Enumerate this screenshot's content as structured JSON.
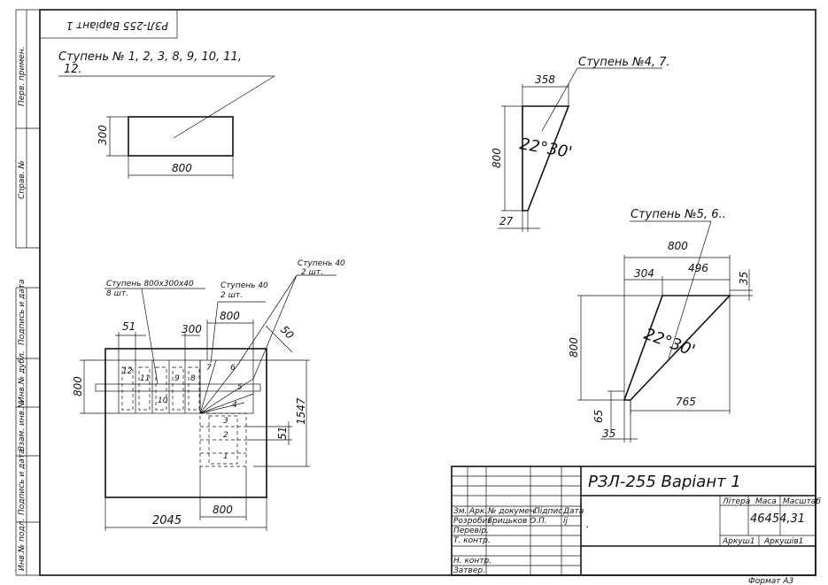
{
  "sheet": {
    "title_block": {
      "title": "РЗЛ-255 Варіант 1",
      "mirrored_stamp": "РЗЛ-255 Варіант 1",
      "mass": "46454,31",
      "litera_label": "Літера",
      "mass_label": "Маса",
      "scale_label": "Масштаб",
      "sheet_label": "Аркуш1",
      "sheets_label": "Аркушів1",
      "format": "Формат А3",
      "dot": ".",
      "rows": {
        "zm": "Зм.",
        "ark": "Арк.",
        "doc": "№ докумен.",
        "sign": "Підпис",
        "date": "Дата",
        "developed": "Розробив",
        "developer": "Грицьков О.П.",
        "developer_sign": "ij",
        "checked": "Перевір.",
        "tcontrol": "Т. контр.",
        "ncontrol": "Н. контр.",
        "approved": "Затвер."
      }
    },
    "side_strip": {
      "labels": [
        "Перв. примен.",
        "Справ. №",
        "Подпись и дата",
        "Инв.№ дубл.",
        "Взам. инв.№",
        "Подпись и дата",
        "Инв.№ подл."
      ]
    },
    "step_a": {
      "label": "Ступень № 1, 2, 3, 8, 9,  10, 11,",
      "label2": "12.",
      "width": "800",
      "height": "300"
    },
    "step_b": {
      "label": "Ступень №4, 7.",
      "top": "358",
      "height": "800",
      "bottom": "27",
      "angle": "22°30'"
    },
    "step_c": {
      "label": "Ступень №5, 6..",
      "width": "800",
      "left": "304",
      "mid": "496",
      "right": "35",
      "height": "800",
      "bottom": "765",
      "low": "65",
      "low2": "35",
      "angle": "22°30'"
    },
    "plan": {
      "callout1": "Ступень 800x300x40",
      "callout1b": "8 шт.",
      "callout2": "Ступень 40",
      "callout2b": "2 шт.",
      "callout3": "Ступень 40",
      "callout3b": "2 шт.",
      "d51": "51",
      "d300": "300",
      "d800top": "800",
      "d50": "50",
      "d800left": "800",
      "d1547": "1547",
      "d51b": "51",
      "d2045": "2045",
      "d800bottom": "800",
      "nums": [
        "12",
        "11",
        "10",
        "9",
        "8",
        "7",
        "6",
        "5",
        "4",
        "3",
        "2",
        "1"
      ]
    }
  }
}
